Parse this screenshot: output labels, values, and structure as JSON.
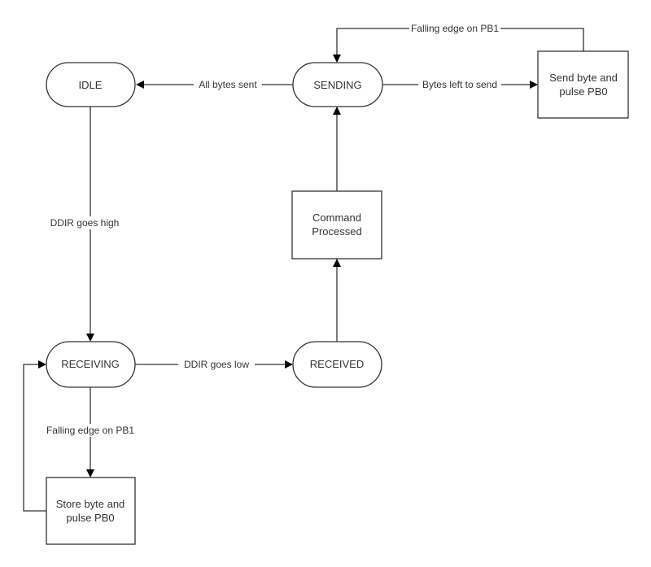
{
  "diagram": {
    "states": {
      "idle": "IDLE",
      "sending": "SENDING",
      "receiving": "RECEIVING",
      "received": "RECEIVED"
    },
    "actions": {
      "send_byte": [
        "Send byte and",
        "pulse PB0"
      ],
      "command_processed": [
        "Command",
        "Processed"
      ],
      "store_byte": [
        "Store byte and",
        "pulse PB0"
      ]
    },
    "transitions": {
      "sending_to_idle": "All bytes sent",
      "sending_to_send_byte": "Bytes left to send",
      "send_byte_to_sending": "Falling edge on PB1",
      "idle_to_receiving": "DDIR goes high",
      "receiving_to_received": "DDIR goes low",
      "receiving_to_store_byte": "Falling edge on PB1"
    }
  }
}
